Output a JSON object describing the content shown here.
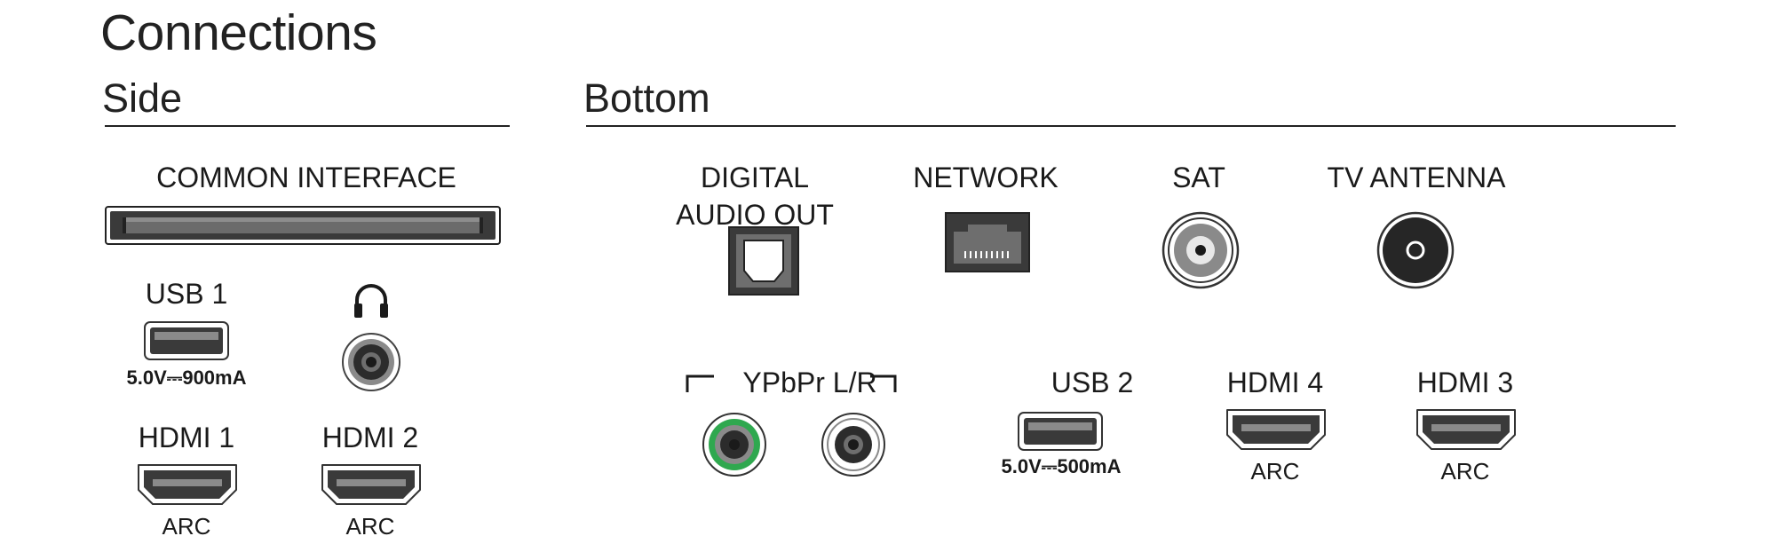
{
  "title": "Connections",
  "sections": {
    "side": "Side",
    "bottom": "Bottom"
  },
  "side": {
    "common_interface": "COMMON INTERFACE",
    "usb1": {
      "label": "USB 1",
      "spec": "5.0V⎓900mA"
    },
    "headphone": {
      "icon": "headphones-icon"
    },
    "hdmi1": {
      "label": "HDMI 1",
      "sub": "ARC"
    },
    "hdmi2": {
      "label": "HDMI 2",
      "sub": "ARC"
    }
  },
  "bottom": {
    "digital_audio_out": {
      "line1": "DIGITAL",
      "line2": "AUDIO OUT"
    },
    "network": "NETWORK",
    "sat": "SAT",
    "tv_antenna": "TV ANTENNA",
    "ypbpr": "YPbPr L/R",
    "usb2": {
      "label": "USB 2",
      "spec": "5.0V⎓500mA"
    },
    "hdmi4": {
      "label": "HDMI 4",
      "sub": "ARC"
    },
    "hdmi3": {
      "label": "HDMI 3",
      "sub": "ARC"
    }
  },
  "colors": {
    "port_dark": "#3a3a3a",
    "port_gray": "#8a8a8a",
    "green_ring": "#2fa84f"
  }
}
